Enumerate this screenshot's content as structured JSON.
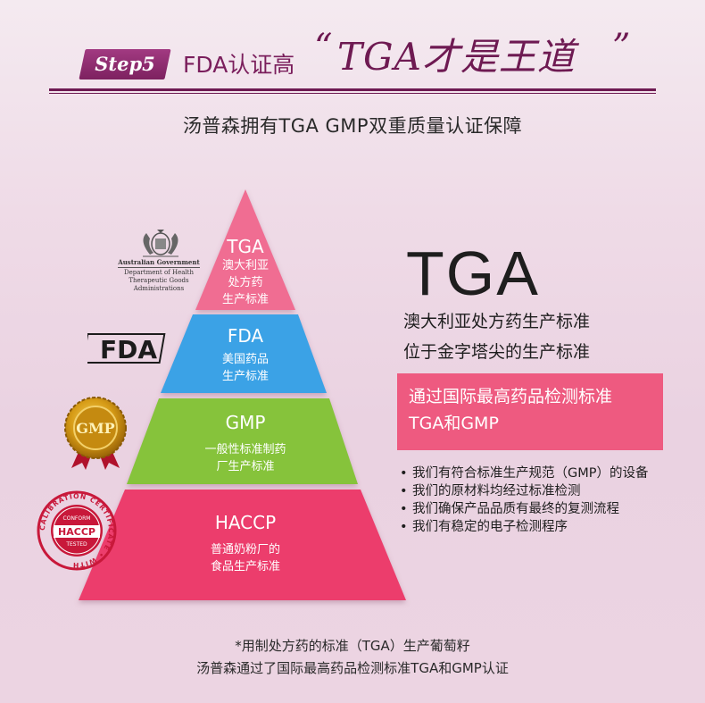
{
  "header": {
    "step": "Step5",
    "prefix": "FDA认证高",
    "title": "TGA才是王道",
    "quote_open": "“",
    "quote_close": "”"
  },
  "subtitle": "汤普森拥有TGA GMP双重质量认证保障",
  "pyramid": [
    {
      "title": "TGA",
      "desc": [
        "澳大利亚",
        "处方药",
        "生产标准"
      ],
      "color": "#f06d92"
    },
    {
      "title": "FDA",
      "desc": [
        "美国药品",
        "生产标准"
      ],
      "color": "#3aa2e6"
    },
    {
      "title": "GMP",
      "desc": [
        "一般性标准制药",
        "厂生产标准"
      ],
      "color": "#86c33b"
    },
    {
      "title": "HACCP",
      "desc": [
        "普通奶粉厂的",
        "食品生产标准"
      ],
      "color": "#ec3d6c"
    }
  ],
  "logos": {
    "australia": {
      "line1": "Australian Government",
      "line2": "Department of Health",
      "line3": "Therapeutic Goods Administrations"
    },
    "fda": "FDA",
    "gmp": "GMP",
    "haccp": {
      "center": "HACCP",
      "ring": "CALIBRATION CERTIFICATE • WITH",
      "top": "CONFORM",
      "bottom": "TESTED"
    }
  },
  "right": {
    "big_title": "TGA",
    "desc": [
      "澳大利亚处方药生产标准",
      "位于金字塔尖的生产标准"
    ],
    "cert": [
      "通过国际最高药品检测标准",
      "TGA和GMP"
    ],
    "bullets": [
      "我们有符合标准生产规范（GMP）的设备",
      "我们的原材料均经过标准检测",
      "我们确保产品品质有最终的复测流程",
      "我们有稳定的电子检测程序"
    ],
    "bullet_mark": "•"
  },
  "footer": [
    "*用制处方药的标准（TGA）生产葡萄籽",
    "汤普森通过了国际最高药品检测标准TGA和GMP认证"
  ]
}
